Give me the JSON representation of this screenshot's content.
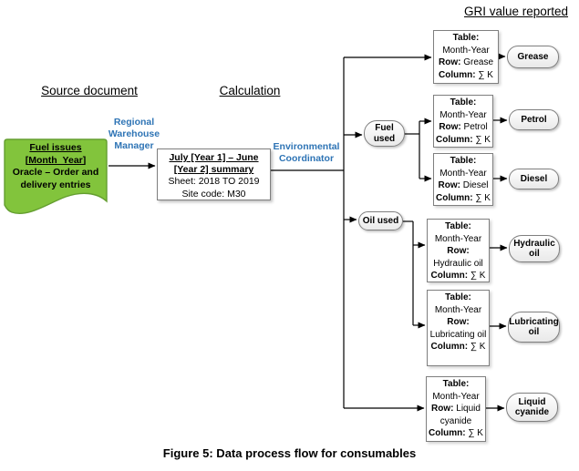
{
  "headers": {
    "source": "Source document",
    "calculation": "Calculation",
    "gri": "GRI value reported"
  },
  "source_document": {
    "title_line1": "Fuel issues",
    "title_line2": "[Month_Year]",
    "body": "Oracle – Order and\ndelivery entries"
  },
  "roles": {
    "warehouse_manager": "Regional\nWarehouse\nManager",
    "environmental_coordinator": "Environmental\nCoordinator"
  },
  "calculation_box": {
    "title_line1": "July  [Year 1] – June",
    "title_line2": "[Year 2] summary",
    "sheet": "Sheet: 2018 TO 2019",
    "site": "Site code: M30"
  },
  "categories": {
    "fuel": "Fuel used",
    "oil": "Oil used"
  },
  "table_labels": {
    "table": "Table:",
    "row": "Row:",
    "column": "Column:"
  },
  "tables": {
    "grease": {
      "table": "Month-Year",
      "row": "Grease",
      "column": "∑ K"
    },
    "petrol": {
      "table": "Month-Year",
      "row": "Petrol",
      "column": "∑ K"
    },
    "diesel": {
      "table": "Month-Year",
      "row": "Diesel",
      "column": "∑ K"
    },
    "hydraulic": {
      "table": "Month-Year",
      "row": "Hydraulic oil",
      "column": "∑ K"
    },
    "lubricating": {
      "table": "Month-Year",
      "row": "Lubricating oil",
      "column": "∑ K"
    },
    "cyanide": {
      "table": "Month-Year",
      "row": "Liquid cyanide",
      "column": "∑ K"
    }
  },
  "outputs": {
    "grease": "Grease",
    "petrol": "Petrol",
    "diesel": "Diesel",
    "hydraulic": "Hydraulic oil",
    "lubricating": "Lubricating oil",
    "cyanide": "Liquid cyanide"
  },
  "caption": "Figure 5: Data process flow for consumables",
  "colors": {
    "document_fill": "#82C43C",
    "document_border": "#649E30",
    "role_text": "#2E74B5",
    "node_border": "#7F7F7F",
    "connector": "#000000"
  }
}
